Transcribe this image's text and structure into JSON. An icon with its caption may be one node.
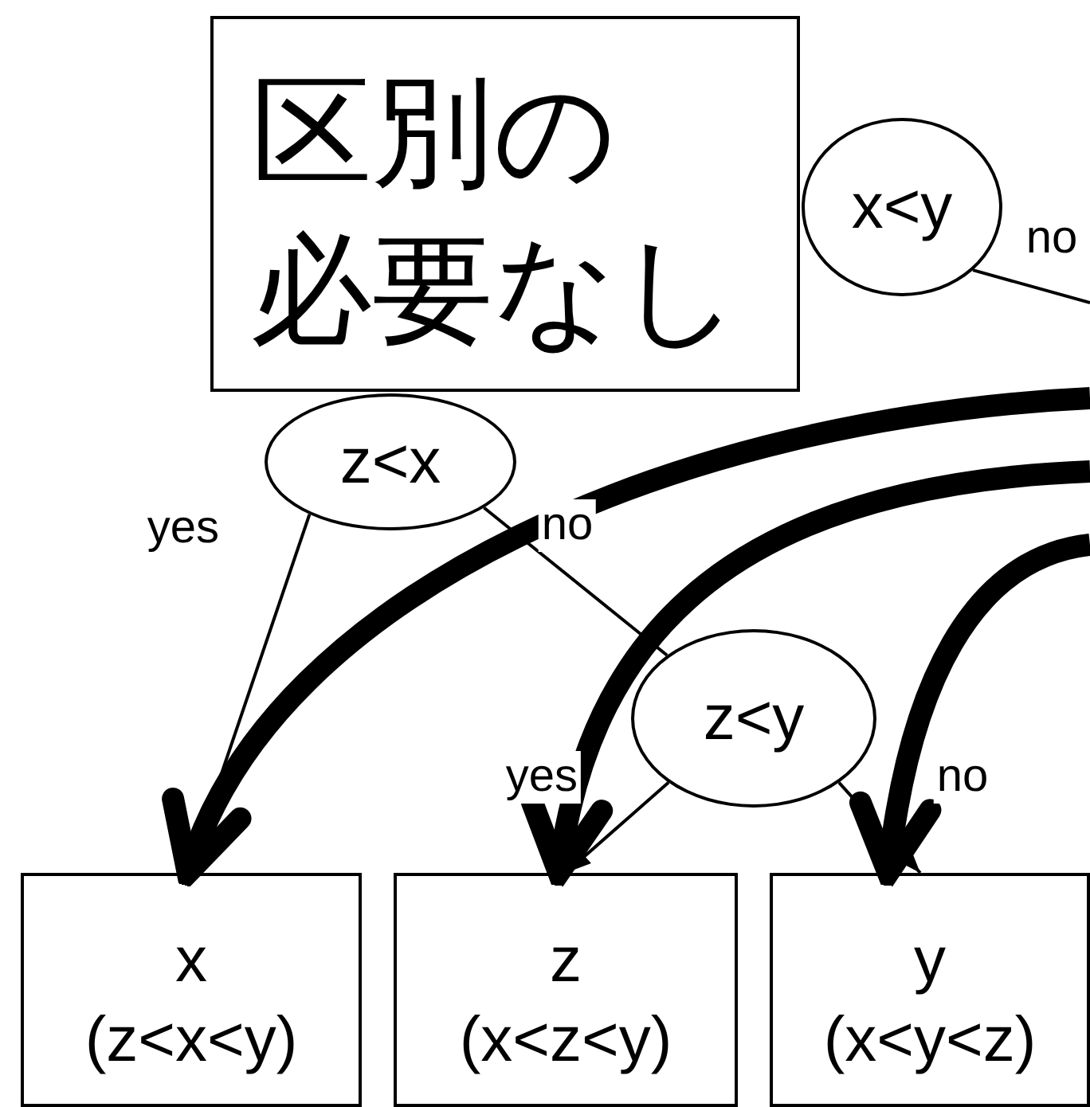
{
  "diagram": {
    "nodes": [
      {
        "text": [
          "区別の必要なし"
        ]
      },
      {
        "text": [
          "x<y"
        ]
      },
      {
        "text": [
          "z<x"
        ]
      },
      {
        "text": [
          "z<y"
        ]
      },
      {
        "text": [
          "x",
          "(z<x<y)"
        ]
      },
      {
        "text": [
          "z",
          "(x<z<y)"
        ]
      },
      {
        "text": [
          "y",
          "(x<y<z)"
        ]
      }
    ],
    "edges": [
      {
        "from": 1,
        "to": null,
        "arrow": "none",
        "label": "no"
      },
      {
        "from": 2,
        "to": 4,
        "arrow": "to",
        "label": "yes"
      },
      {
        "from": 2,
        "to": 3,
        "arrow": "none",
        "label": "no"
      },
      {
        "from": 3,
        "to": 5,
        "arrow": "to",
        "label": "yes"
      },
      {
        "from": 3,
        "to": 6,
        "arrow": "to",
        "label": "no"
      },
      {
        "from": null,
        "to": 4,
        "arrow": "to",
        "style": "thick"
      },
      {
        "from": null,
        "to": 5,
        "arrow": "to",
        "style": "thick"
      },
      {
        "from": null,
        "to": 6,
        "arrow": "to",
        "style": "thick"
      }
    ]
  }
}
